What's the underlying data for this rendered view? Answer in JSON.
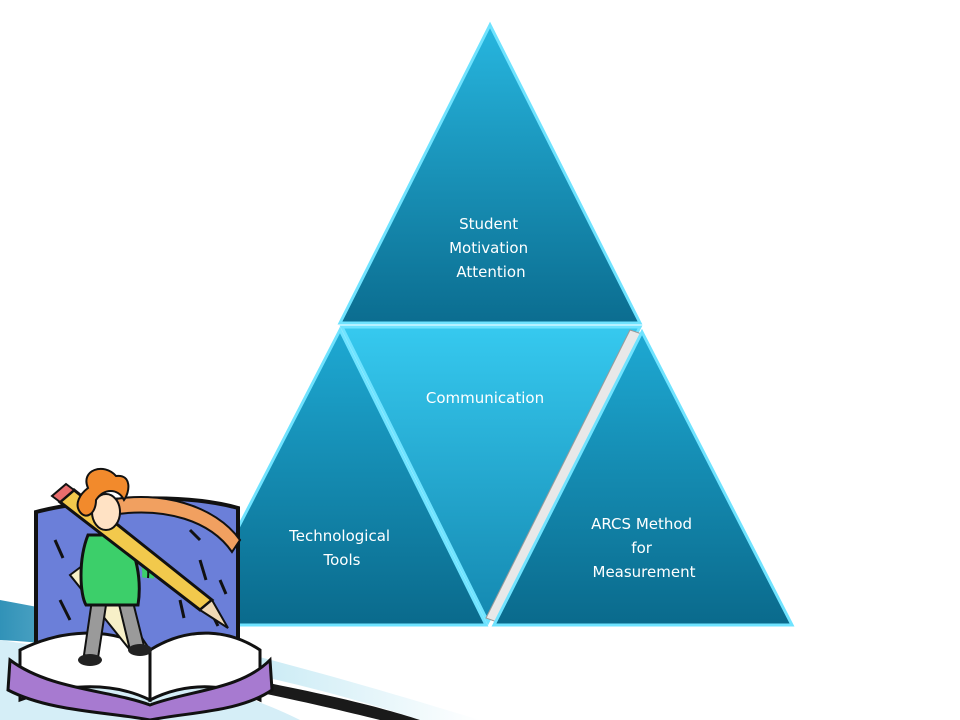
{
  "diagram": {
    "top_triangle": {
      "lines": [
        "Student",
        "Motivation",
        "Attention"
      ]
    },
    "left_triangle": {
      "lines": [
        "Technological",
        "Tools"
      ]
    },
    "center_triangle": {
      "lines": [
        "Communication"
      ]
    },
    "right_triangle": {
      "lines": [
        "ARCS Method",
        "for",
        "Measurement"
      ]
    }
  },
  "colors": {
    "triangle_dark": "#0a6f92",
    "triangle_mid": "#1591b8",
    "triangle_light": "#2ec3ea",
    "bevel_light": "#6fe3ff",
    "slide_accent": "#1a86b0"
  },
  "decorations": {
    "clipart": "person-with-pencil-on-book-icon"
  }
}
